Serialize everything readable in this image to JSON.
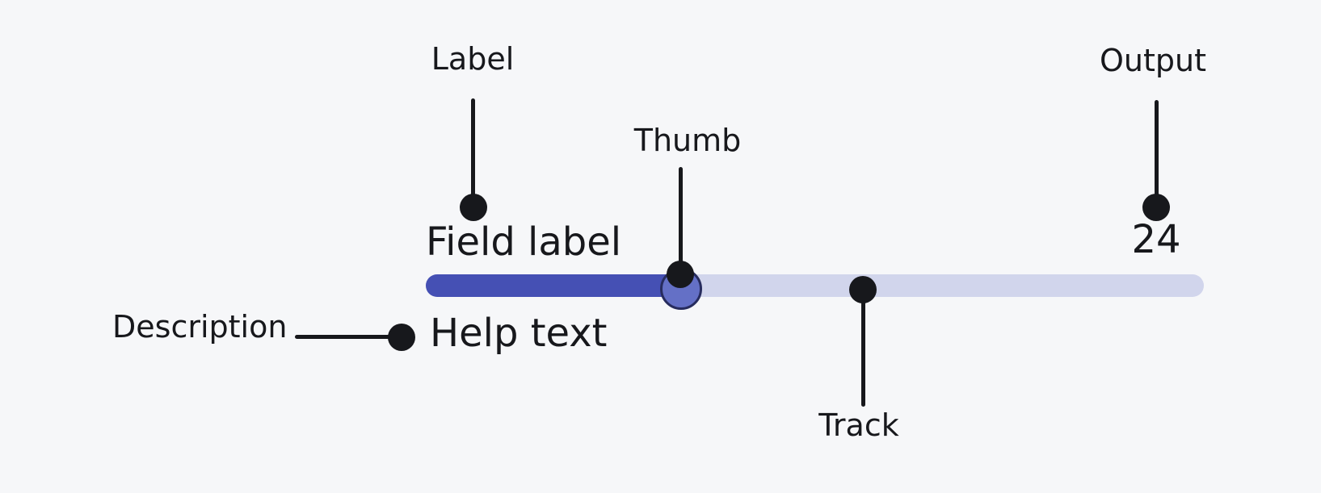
{
  "component": {
    "label": "Field label",
    "help_text": "Help text",
    "output": "24"
  },
  "callouts": {
    "label": "Label",
    "thumb": "Thumb",
    "output": "Output",
    "track": "Track",
    "description": "Description"
  },
  "colors": {
    "background": "#F6F7F9",
    "track_fill": "#4550B4",
    "track_rest": "#D1D5EC",
    "thumb_fill": "#6470C6",
    "thumb_border": "#272C5E",
    "ink": "#17181C"
  }
}
